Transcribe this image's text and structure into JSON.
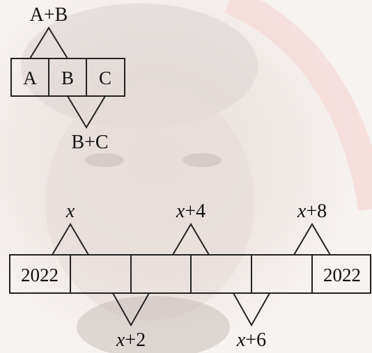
{
  "diagram1": {
    "cells": [
      "A",
      "B",
      "C"
    ],
    "top_label": "A+B",
    "bottom_label": "B+C"
  },
  "diagram2": {
    "cells": [
      "2022",
      "",
      "",
      "",
      "",
      "2022"
    ],
    "top_labels": [
      {
        "var": "x",
        "rest": ""
      },
      {
        "var": "x",
        "rest": "+4"
      },
      {
        "var": "x",
        "rest": "+8"
      }
    ],
    "bottom_labels": [
      {
        "var": "x",
        "rest": "+2"
      },
      {
        "var": "x",
        "rest": "+6"
      }
    ]
  }
}
